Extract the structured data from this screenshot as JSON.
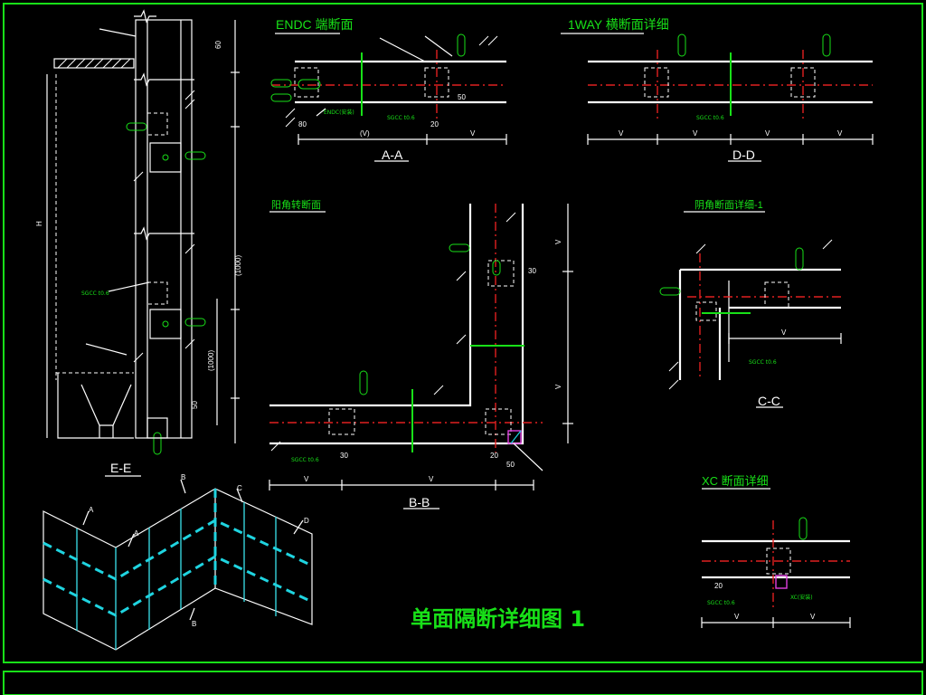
{
  "sheet": {
    "title": "单面隔断详细图 1",
    "border_color": "#18e018",
    "line_color": "#ffffff",
    "centerline_color": "#e02020",
    "accent_color": "#1fd4e0"
  },
  "views": {
    "endc": {
      "heading": "ENDC 端断面",
      "section": "A-A",
      "callout1": "ENDC(安装)",
      "callout2": "SGCC t0.6",
      "dim_left": "(V)",
      "dim_right": "V",
      "dim_a": "80",
      "dim_b": "20",
      "dim_c": "50"
    },
    "oneway": {
      "heading": "1WAY 横断面详细",
      "section": "D-D",
      "callout": "SGCC t0.6",
      "dim1": "V",
      "dim2": "V",
      "dim3": "V",
      "dim4": "V"
    },
    "elev": {
      "section": "E-E",
      "callout1": "SGCC t0.6",
      "dim_h": "H",
      "dim_top": "60",
      "dim_1": "(1000)",
      "dim_2": "(1000)",
      "dim_3": "50"
    },
    "corner_b": {
      "heading": "阳角转断面",
      "section": "B-B",
      "callout": "SGCC t0.6",
      "dim_v1": "V",
      "dim_v2": "V",
      "dim_h1": "V",
      "dim_h2": "V",
      "dim_a": "30",
      "dim_b": "30",
      "dim_c": "20",
      "dim_d": "50"
    },
    "corner_c": {
      "heading": "阴角断面详细-1",
      "section": "C-C",
      "callout": "SGCC t0.6",
      "dim_v": "V"
    },
    "xc": {
      "heading": "XC 断面详细",
      "callout1": "XC(安装)",
      "callout2": "SGCC t0.6",
      "dim_v1": "V",
      "dim_v2": "V",
      "dim_a": "20"
    },
    "iso": {
      "marks": [
        "B",
        "C",
        "D",
        "A",
        "A",
        "B"
      ]
    }
  },
  "icons": [
    "bolt-icon",
    "cut-line-icon",
    "leader-icon"
  ]
}
